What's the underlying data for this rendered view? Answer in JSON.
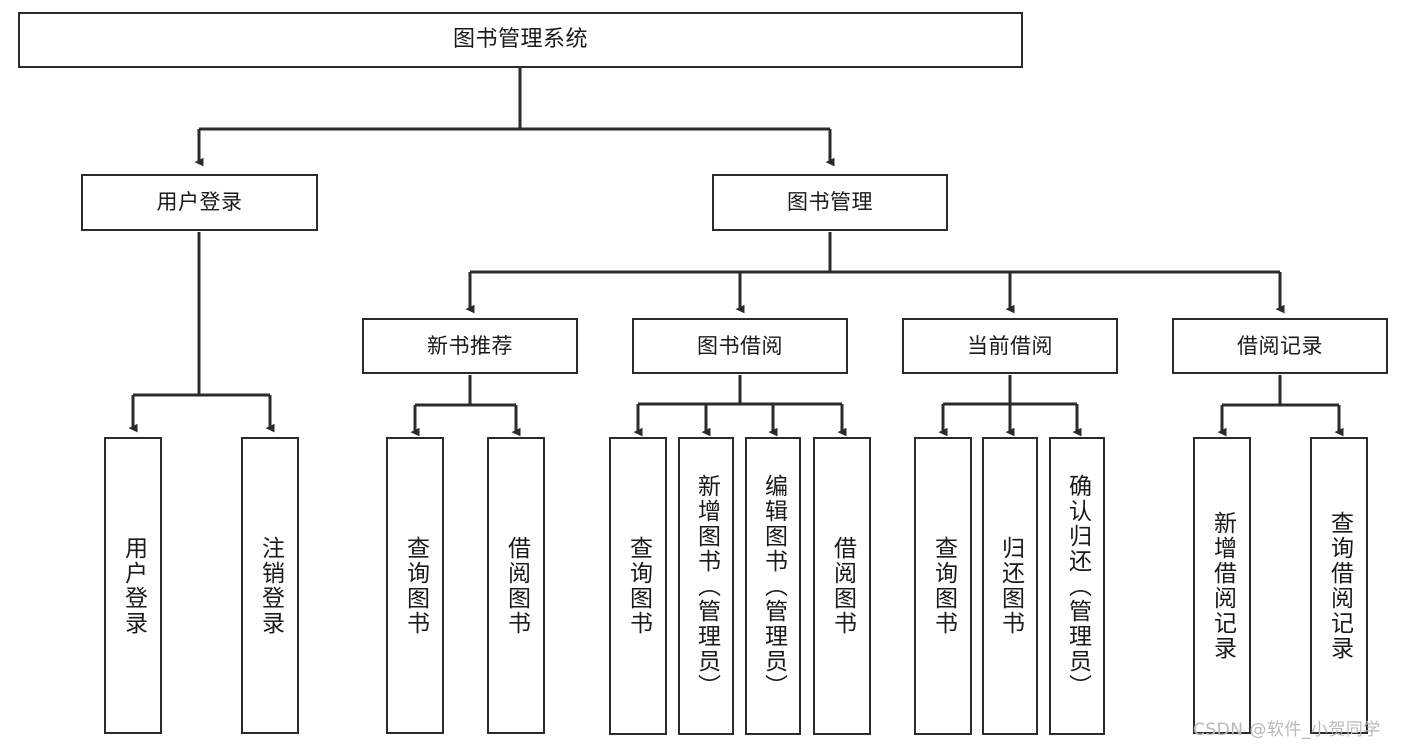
{
  "diagram": {
    "type": "tree-hierarchy",
    "title": "图书管理系统",
    "root": {
      "label": "图书管理系统"
    },
    "level1": [
      {
        "label": "用户登录"
      },
      {
        "label": "图书管理"
      }
    ],
    "level2": [
      {
        "label": "新书推荐"
      },
      {
        "label": "图书借阅"
      },
      {
        "label": "当前借阅"
      },
      {
        "label": "借阅记录"
      }
    ],
    "leaves": {
      "user_login": [
        {
          "label": "用户登录"
        },
        {
          "label": "注销登录"
        }
      ],
      "new_book_recommend": [
        {
          "label": "查询图书"
        },
        {
          "label": "借阅图书"
        }
      ],
      "book_borrow": [
        {
          "label": "查询图书"
        },
        {
          "label": "新增图书（管理员）"
        },
        {
          "label": "编辑图书（管理员）"
        },
        {
          "label": "借阅图书"
        }
      ],
      "current_borrow": [
        {
          "label": "查询图书"
        },
        {
          "label": "归还图书"
        },
        {
          "label": "确认归还（管理员）"
        }
      ],
      "borrow_record": [
        {
          "label": "新增借阅记录"
        },
        {
          "label": "查询借阅记录"
        }
      ]
    }
  },
  "watermark": {
    "text": "CSDN @软件_小贺同学"
  },
  "colors": {
    "border": "#2b2b2b",
    "background": "#ffffff",
    "text": "#1a1a1a",
    "watermark": "#b9b9b9"
  }
}
